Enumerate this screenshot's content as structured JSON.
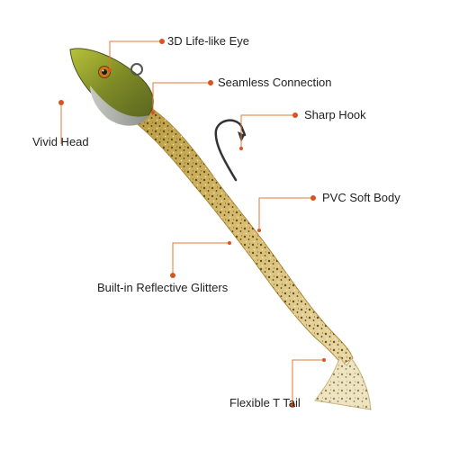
{
  "callouts": {
    "eye": "3D Life-like Eye",
    "connection": "Seamless Connection",
    "hook": "Sharp Hook",
    "head": "Vivid Head",
    "body": "PVC Soft Body",
    "glitters": "Built-in Reflective Glitters",
    "tail": "Flexible T Tail"
  },
  "colors": {
    "leader_line": "#e07b39",
    "leader_dot": "#d9541e",
    "head_green": "#8f9a2a",
    "body_gold": "#c9a24a",
    "hook": "#333333"
  }
}
